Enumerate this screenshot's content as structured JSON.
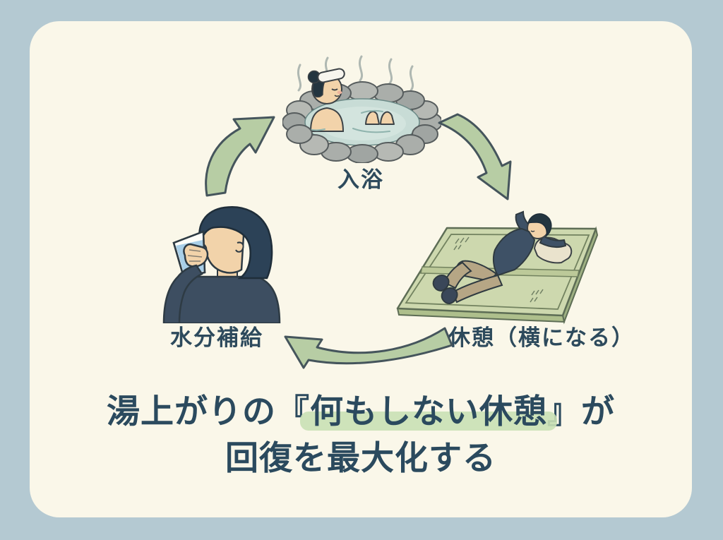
{
  "scene": {
    "background_color": "#b4c9d2",
    "card_color": "#faf7e9",
    "text_color": "#2b4a5e",
    "arrow_fill": "#b7cda4",
    "arrow_outline": "#45555c",
    "highlight_color": "#c9e0b5"
  },
  "cycle": {
    "steps": [
      {
        "id": "bath",
        "label": "入浴",
        "icon": "onsen-bath-icon"
      },
      {
        "id": "rest",
        "label": "休憩（横になる）",
        "icon": "resting-on-tatami-icon"
      },
      {
        "id": "hydration",
        "label": "水分補給",
        "icon": "drinking-water-icon"
      }
    ],
    "arrows": [
      {
        "name": "arrow-hydration-to-bath",
        "direction": "up-right"
      },
      {
        "name": "arrow-bath-to-rest",
        "direction": "down-right"
      },
      {
        "name": "arrow-rest-to-hydration",
        "direction": "left"
      }
    ]
  },
  "headline": {
    "line1_prefix": "湯上がりの『",
    "line1_highlight": "何もしない休憩",
    "line1_suffix": "』が",
    "line2": "回復を最大化する"
  }
}
